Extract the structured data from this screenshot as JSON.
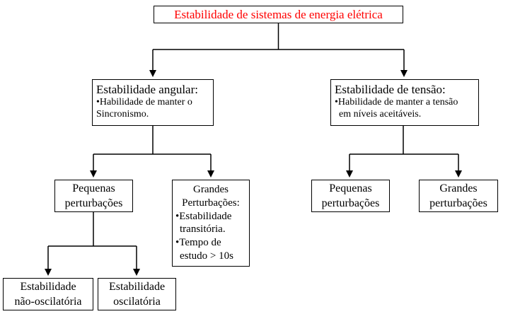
{
  "colors": {
    "title_text": "#ff0000",
    "node_border": "#000000",
    "connector": "#000000",
    "background": "#ffffff"
  },
  "nodes": {
    "root": {
      "label": "Estabilidade de sistemas de energia elétrica"
    },
    "angular": {
      "title": "Estabilidade angular:",
      "line1": "•Habilidade de manter o",
      "line2": "Sincronismo."
    },
    "tensao": {
      "title": "Estabilidade de tensão:",
      "line1": "•Habilidade de manter a tensão",
      "line2": "em níveis aceitáveis."
    },
    "angular_pequenas": {
      "line1": "Pequenas",
      "line2": "perturbações"
    },
    "angular_grandes": {
      "heading": "Grandes Perturbações:",
      "line1": "•Estabilidade",
      "line2": "transitória.",
      "line3": "•Tempo de",
      "line4": "estudo > 10s"
    },
    "tensao_pequenas": {
      "line1": "Pequenas",
      "line2": "perturbações"
    },
    "tensao_grandes": {
      "line1": "Grandes",
      "line2": "perturbações"
    },
    "nao_oscilatoria": {
      "line1": "Estabilidade",
      "line2": "não-oscilatória"
    },
    "oscilatoria": {
      "line1": "Estabilidade",
      "line2": "oscilatória"
    }
  }
}
